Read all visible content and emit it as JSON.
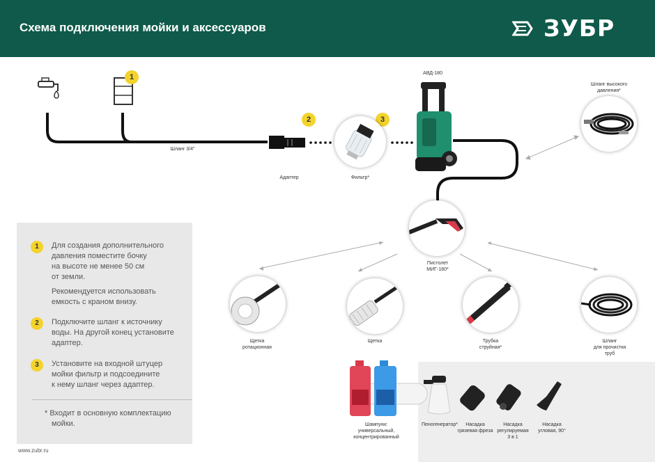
{
  "header": {
    "title": "Схема подключения мойки и аксессуаров",
    "logo_text": "ЗУБР",
    "bg_color": "#0f5a4a"
  },
  "diagram": {
    "hose_label": "Шланг 3/4\"",
    "adapter_label": "Адаптер",
    "filter_label": "Фильтр*",
    "washer_label": "АВД-180",
    "hp_hose_label_1": "Шланг высокого",
    "hp_hose_label_2": "давления*",
    "gun_label_1": "Пистолет",
    "gun_label_2": "МИГ-180*",
    "brush_rot_label_1": "Щетка",
    "brush_rot_label_2": "ротационная",
    "brush_label": "Щетка",
    "lance_label_1": "Трубка",
    "lance_label_2": "струйная*",
    "pipe_hose_label_1": "Шланг",
    "pipe_hose_label_2": "для прочистки",
    "pipe_hose_label_3": "труб",
    "shampoo_label_1": "Шампуни:",
    "shampoo_label_2": "универсальный,",
    "shampoo_label_3": "концентрированный",
    "foam_label": "Пеногенератор*",
    "nozzle_dirt_label_1": "Насадка",
    "nozzle_dirt_label_2": "грязевая фреза",
    "nozzle_adj_label_1": "Насадка",
    "nozzle_adj_label_2": "регулируемая",
    "nozzle_adj_label_3": "3 в 1",
    "nozzle_angle_label_1": "Насадка",
    "nozzle_angle_label_2": "угловая, 90°",
    "badges": [
      "1",
      "2",
      "3"
    ],
    "icons": [
      "water-tap-icon",
      "barrel-icon"
    ]
  },
  "info": {
    "items": [
      {
        "num": "1",
        "lines": [
          "Для создания дополнительного",
          "давления поместите бочку",
          "на высоте не менее 50 см",
          "от земли."
        ],
        "extra_lines": [
          "Рекомендуется использовать",
          "емкость с краном внизу."
        ]
      },
      {
        "num": "2",
        "lines": [
          "Подключите шланг к источнику",
          "воды. На другой конец установите",
          "адаптер."
        ]
      },
      {
        "num": "3",
        "lines": [
          "Установите на входной штуцер",
          "мойки фильтр и подсоедините",
          "к нему шланг через адаптер."
        ]
      }
    ],
    "footnote_lines": [
      "* Входит в основную комплектацию",
      "мойки."
    ]
  },
  "footer": {
    "website": "www.zubr.ru"
  },
  "colors": {
    "accent_green": "#0f5a4a",
    "washer_green": "#1f8f6e",
    "badge_yellow": "#f3d32c",
    "gun_red": "#d9394a",
    "panel_gray": "#e8e8e8"
  }
}
